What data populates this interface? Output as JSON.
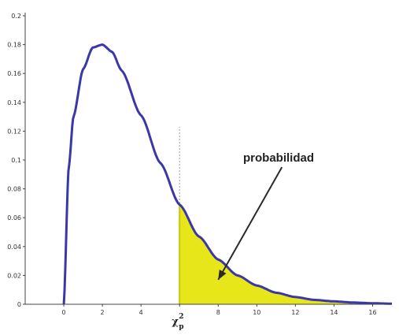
{
  "chart_data": {
    "type": "area",
    "title": "",
    "xlabel": "",
    "ylabel": "",
    "xlim": [
      -2,
      17
    ],
    "ylim": [
      0,
      0.2
    ],
    "x_ticks": [
      0,
      2,
      4,
      6,
      8,
      10,
      12,
      14,
      16
    ],
    "x_tick_labels": [
      "0",
      "2",
      "4",
      "",
      "8",
      "10",
      "12",
      "14",
      "16"
    ],
    "y_ticks": [
      0,
      0.02,
      0.04,
      0.06,
      0.08,
      0.1,
      0.12,
      0.14,
      0.16,
      0.18,
      0.2
    ],
    "y_tick_labels": [
      "0",
      "0.02",
      "0.04",
      "0.06",
      "0.08",
      "0.1",
      "0.12",
      "0.14",
      "0.16",
      "0.18",
      "0.2"
    ],
    "series": [
      {
        "x": [
          0,
          0.25,
          0.5,
          1,
          1.5,
          2,
          2.5,
          3,
          4,
          5,
          6,
          7,
          8,
          9,
          10,
          11,
          12,
          13,
          14,
          15,
          16,
          17
        ],
        "y": [
          0,
          0.094,
          0.13,
          0.163,
          0.178,
          0.18,
          0.175,
          0.162,
          0.131,
          0.098,
          0.069,
          0.047,
          0.031,
          0.02,
          0.013,
          0.008,
          0.005,
          0.003,
          0.002,
          0.0012,
          0.0007,
          0.0004
        ]
      }
    ],
    "shaded_region": {
      "x_from": 6,
      "x_to": 17,
      "color": "#e6e61a"
    },
    "critical_line_x": 6,
    "annotation": {
      "text": "probabilidad",
      "arrow_from": [
        11.3,
        0.095
      ],
      "arrow_to": [
        8,
        0.017
      ]
    },
    "critical_label": {
      "main": "χ",
      "sub": "p",
      "sup": "2"
    },
    "colors": {
      "curve": "#3b37a8",
      "fill": "#e6e61a",
      "axis": "#444444"
    },
    "grid": false
  }
}
